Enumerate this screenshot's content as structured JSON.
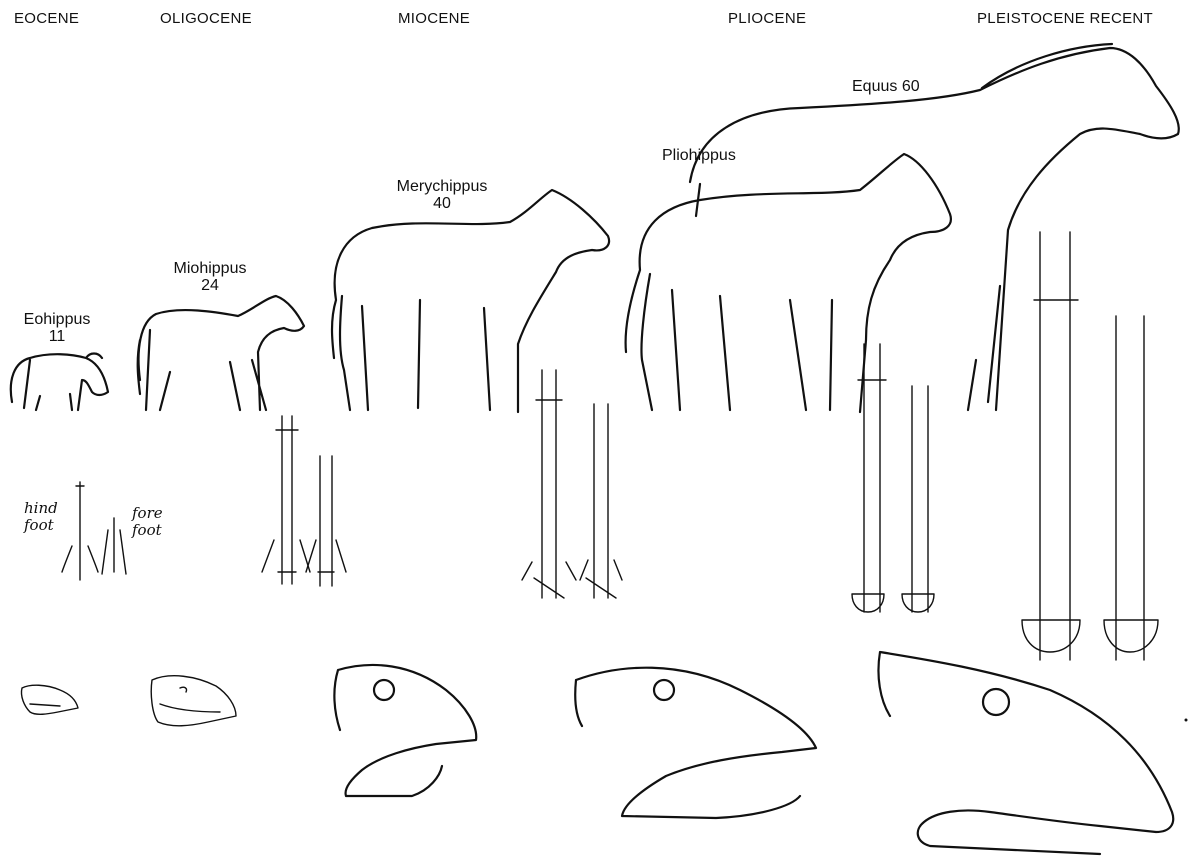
{
  "epochs": [
    "EOCENE",
    "OLIGOCENE",
    "MIOCENE",
    "PLIOCENE",
    "PLEISTOCENE RECENT"
  ],
  "animals": [
    {
      "name": "Eohippus",
      "height": "11"
    },
    {
      "name": "Miohippus",
      "height": "24"
    },
    {
      "name": "Merychippus",
      "height": "40"
    },
    {
      "name": "Pliohippus",
      "height": ""
    },
    {
      "name": "Equus 60",
      "height": ""
    }
  ],
  "foot_labels": {
    "hind": "hind\nfoot",
    "fore": "fore\nfoot"
  }
}
